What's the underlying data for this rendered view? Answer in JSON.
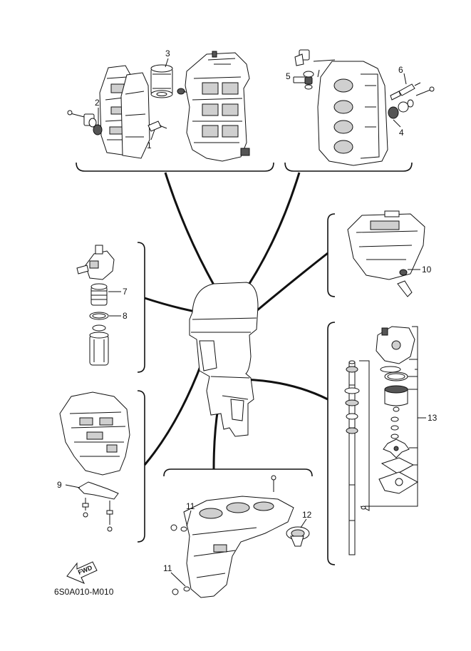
{
  "callouts": {
    "c1": "1",
    "c2": "2",
    "c3": "3",
    "c4": "4",
    "c5": "5",
    "c6": "6",
    "c7": "7",
    "c8": "8",
    "c9": "9",
    "c10": "10",
    "c11a": "11",
    "c11b": "11",
    "c12": "12",
    "c13": "13"
  },
  "direction_label": "FWD",
  "diagram_code": "6S0A010-M010"
}
